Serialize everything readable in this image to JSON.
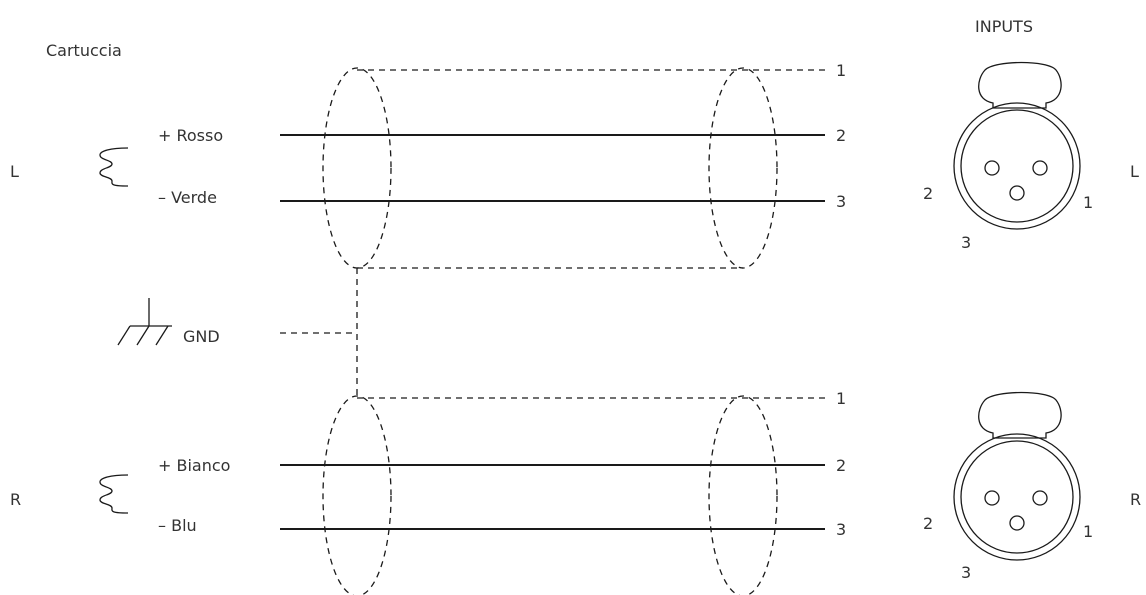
{
  "cartridge_label": "Cartuccia",
  "inputs_label": "INPUTS",
  "gnd_label": "GND",
  "channels": [
    {
      "side": "L",
      "positive": "+ Rosso",
      "negative": "– Verde",
      "pins": [
        "1",
        "2",
        "3"
      ],
      "connector_pins": {
        "left": "2",
        "right": "1",
        "bottom": "3"
      },
      "connector_side": "L"
    },
    {
      "side": "R",
      "positive": "+ Bianco",
      "negative": "– Blu",
      "pins": [
        "1",
        "2",
        "3"
      ],
      "connector_pins": {
        "left": "2",
        "right": "1",
        "bottom": "3"
      },
      "connector_side": "R"
    }
  ]
}
